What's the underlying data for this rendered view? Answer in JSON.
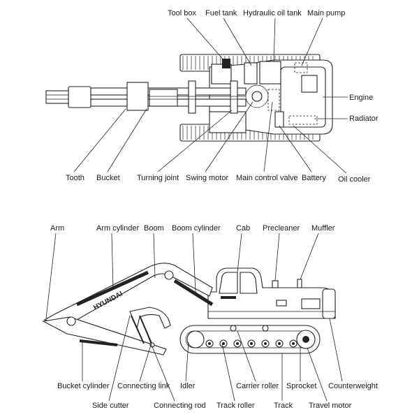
{
  "top_view": {
    "labels": {
      "tool_box": "Tool box",
      "fuel_tank": "Fuel tank",
      "hydraulic_oil_tank": "Hydraulic oil tank",
      "main_pump": "Main pump",
      "engine": "Engine",
      "radiator": "Radiator",
      "tooth": "Tooth",
      "bucket": "Bucket",
      "turning_joint": "Turning joint",
      "swing_motor": "Swing motor",
      "main_control_valve": "Main control valve",
      "battery": "Battery",
      "oil_cooler": "Oil cooler"
    }
  },
  "side_view": {
    "brand_text": "HYUNDAI",
    "labels": {
      "arm": "Arm",
      "arm_cylinder": "Arm cylinder",
      "boom": "Boom",
      "boom_cylinder": "Boom cylinder",
      "cab": "Cab",
      "precleaner": "Precleaner",
      "muffler": "Muffler",
      "bucket_cylinder": "Bucket cylinder",
      "connecting_link": "Connecting link",
      "idler": "Idler",
      "carrier_roller": "Carrier roller",
      "sprocket": "Sprocket",
      "counterweight": "Counterweight",
      "side_cutter": "Side cutter",
      "connecting_rod": "Connecting rod",
      "track_roller": "Track roller",
      "track": "Track",
      "travel_motor": "Travel motor"
    }
  }
}
